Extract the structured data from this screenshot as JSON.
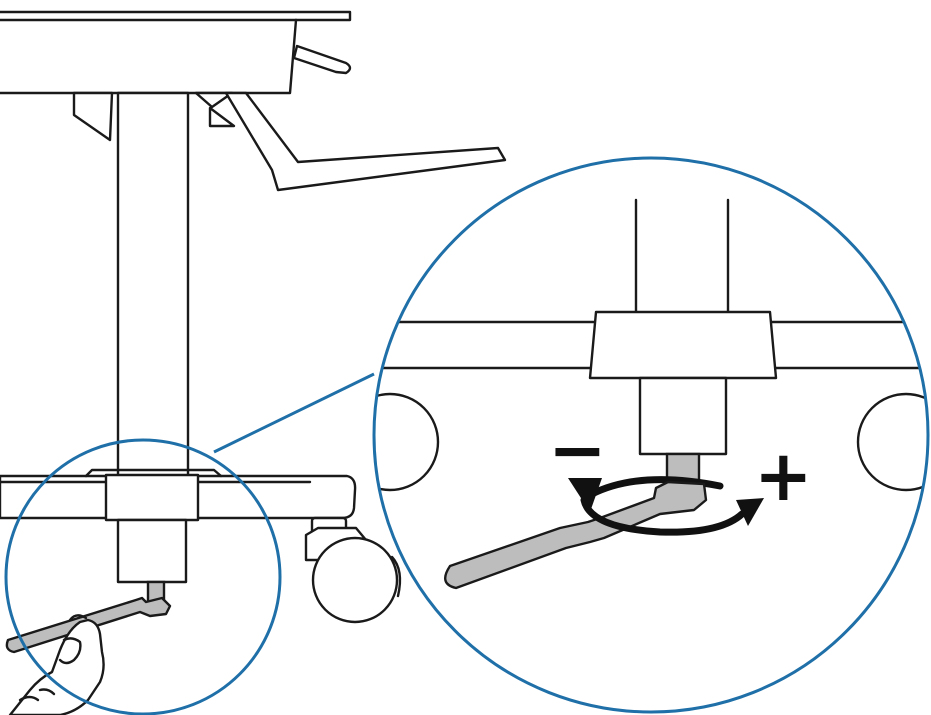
{
  "figure": {
    "adjust_decrease_symbol": "−",
    "adjust_increase_symbol": "+",
    "icons": [
      "table-top",
      "column",
      "keyboard-tray",
      "base-foot",
      "caster-wheel",
      "leveling-glide",
      "wrench",
      "hand",
      "rotation-arrow"
    ],
    "colors": {
      "line": "#1a1a1a",
      "callout": "#1f6fa8",
      "metal": "#bdbdbd",
      "arrow": "#111111",
      "background": "#ffffff"
    }
  }
}
